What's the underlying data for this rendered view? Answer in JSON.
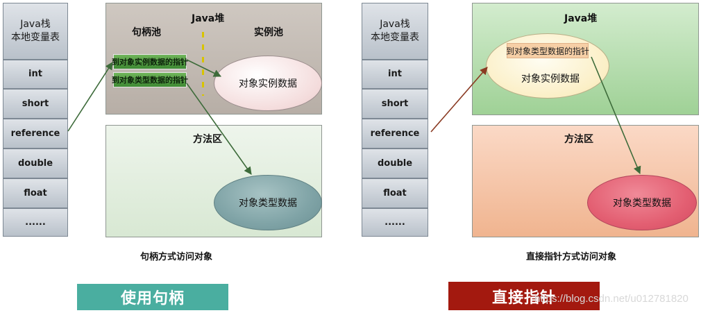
{
  "left_panel": {
    "stack": {
      "header": "Java栈\n本地变量表",
      "items": [
        "int",
        "short",
        "reference",
        "double",
        "float",
        "......"
      ]
    },
    "heap": {
      "title": "Java堆",
      "handle_pool": "句柄池",
      "instance_pool": "实例池",
      "pointer_instance": "到对象实例数据的指针",
      "pointer_type": "到对象类型数据的指针",
      "instance_data": "对象实例数据"
    },
    "method_area": {
      "title": "方法区",
      "type_data": "对象类型数据"
    },
    "caption": "句柄方式访问对象",
    "banner": "使用句柄",
    "banner_color": "#4aaea0"
  },
  "right_panel": {
    "stack": {
      "header": "Java栈\n本地变量表",
      "items": [
        "int",
        "short",
        "reference",
        "double",
        "float",
        "......"
      ]
    },
    "heap": {
      "title": "Java堆",
      "pointer_type": "到对象类型数据的指针",
      "instance_data": "对象实例数据"
    },
    "method_area": {
      "title": "方法区",
      "type_data": "对象类型数据"
    },
    "caption": "直接指针方式访问对象",
    "banner": "直接指针",
    "banner_color": "#a3190f"
  },
  "watermark": "https://blog.csdn.net/u012781820",
  "colors": {
    "left_heap": "#c7bfb8",
    "left_method": "#e3efe0",
    "right_heap": "#b8deb0",
    "right_method": "#f6c5a5",
    "left_type_ellipse": "#7fa3a6",
    "right_type_ellipse": "#e35f72",
    "arrow_green": "#3d6b3a",
    "arrow_brown": "#8a3a22"
  }
}
